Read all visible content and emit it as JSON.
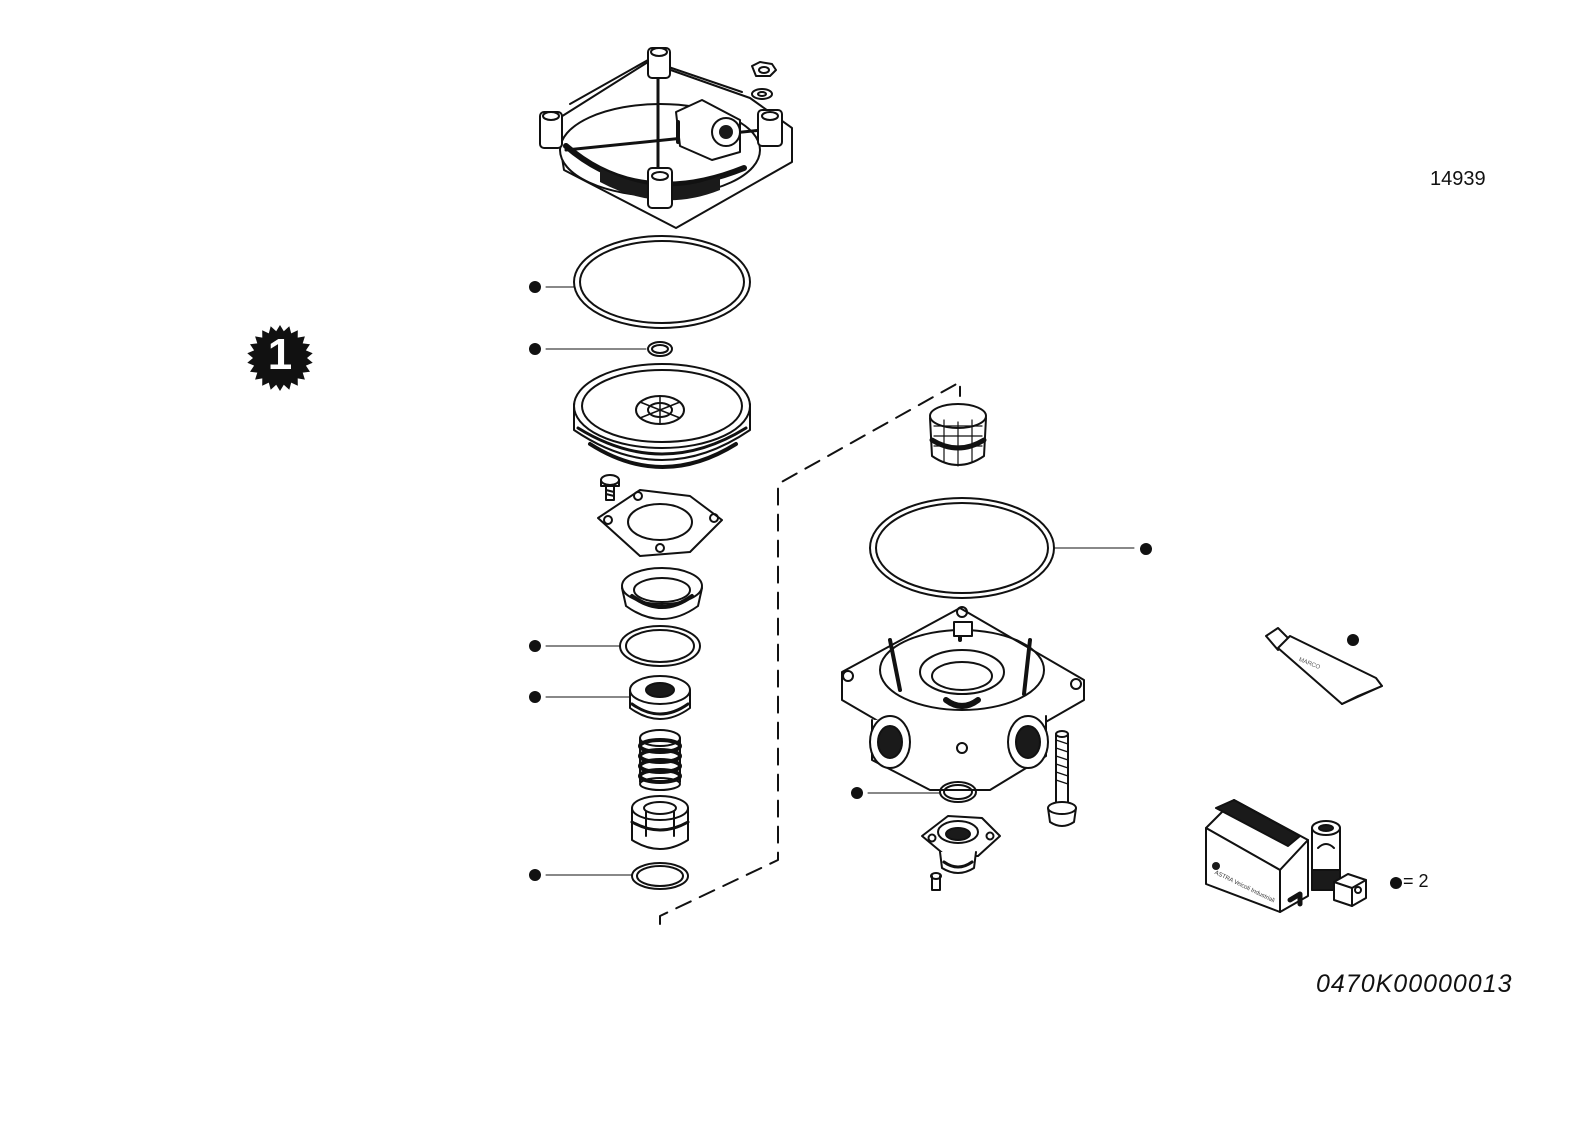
{
  "drawing_number": "14939",
  "part_number": "0470K00000013",
  "step_badge": {
    "number": "1"
  },
  "kit_quantity_label": "= 2",
  "grease_tube_label": "MARCO",
  "kit_box_label": "ASTRA Veicoli Industriali",
  "colors": {
    "line": "#111111",
    "fill": "#ffffff",
    "shade": "#1a1a1a"
  },
  "callouts": [
    {
      "id": "top-o-ring"
    },
    {
      "id": "small-o-ring"
    },
    {
      "id": "piston-o-ring"
    },
    {
      "id": "valve-seal"
    },
    {
      "id": "bottom-o-ring"
    },
    {
      "id": "housing-o-ring"
    },
    {
      "id": "outlet-o-ring"
    },
    {
      "id": "grease-tube"
    },
    {
      "id": "kit-quantity"
    }
  ]
}
